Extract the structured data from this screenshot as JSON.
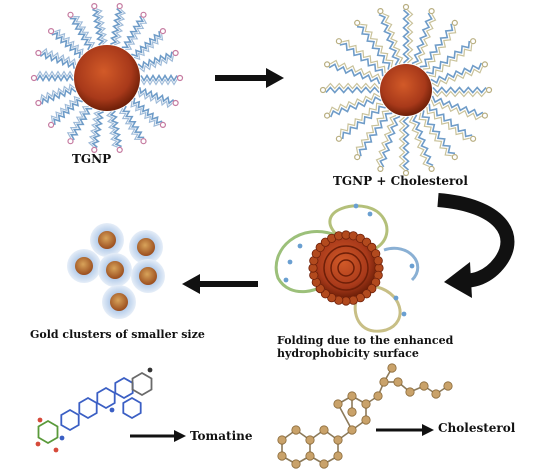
{
  "labels": {
    "tgnp": "TGNP",
    "tgnp_cholesterol": "TGNP + Cholesterol",
    "gold_clusters": "Gold clusters of smaller size",
    "folding": "Folding due to the enhanced hydrophobicity surface",
    "tomatine": "Tomatine",
    "cholesterol": "Cholesterol"
  },
  "colors": {
    "gold_core": "#b5431a",
    "gold_core_dark": "#6e1f08",
    "ligand_blue": "#6f9cc8",
    "ligand_pink": "#c57aa0",
    "cholesterol_tail": "#c9c29a",
    "cluster_halo": "#c8daf0",
    "arrow": "#111111",
    "molecule_green": "#5a9a3a",
    "molecule_blue": "#3b5fc4",
    "atom_tan": "#c9a26a"
  }
}
